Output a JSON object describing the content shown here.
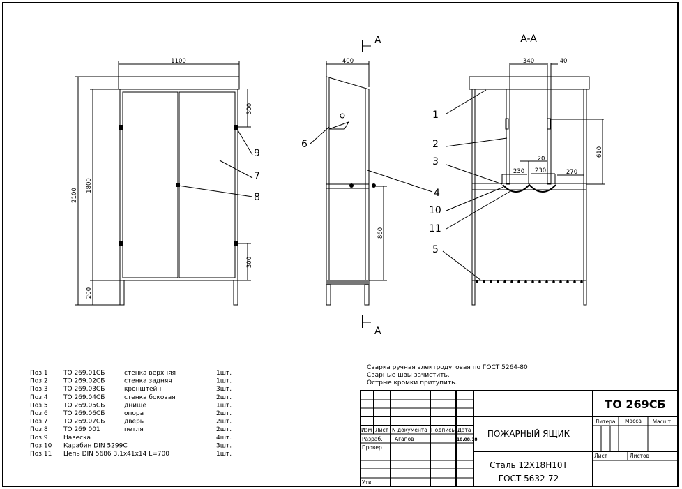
{
  "section": {
    "marker": "A",
    "title": "A-A"
  },
  "dimensions": {
    "front_width": "1100",
    "front_total_height": "2100",
    "front_body_height": "1800",
    "front_leg_height": "200",
    "front_hinge_top": "300",
    "front_hinge_bottom": "300",
    "side_depth": "400",
    "side_shelf_height": "860",
    "aa_340": "340",
    "aa_40": "40",
    "aa_610": "610",
    "aa_20": "20",
    "aa_230a": "230",
    "aa_230b": "230",
    "aa_270": "270"
  },
  "callouts": [
    "1",
    "2",
    "3",
    "4",
    "5",
    "6",
    "7",
    "8",
    "9",
    "10",
    "11"
  ],
  "parts": [
    {
      "pos": "Поз.1",
      "code": "ТО 269.01СБ",
      "name": "стенка верхняя",
      "qty": "1шт."
    },
    {
      "pos": "Поз.2",
      "code": "ТО 269.02СБ",
      "name": "стенка задняя",
      "qty": "1шт."
    },
    {
      "pos": "Поз.3",
      "code": "ТО 269.03СБ",
      "name": "кронштейн",
      "qty": "3шт."
    },
    {
      "pos": "Поз.4",
      "code": "ТО 269.04СБ",
      "name": "стенка боковая",
      "qty": "2шт."
    },
    {
      "pos": "Поз.5",
      "code": "ТО 269.05СБ",
      "name": "днище",
      "qty": "1шт."
    },
    {
      "pos": "Поз.6",
      "code": "ТО 269.06СБ",
      "name": "опора",
      "qty": "2шт."
    },
    {
      "pos": "Поз.7",
      "code": "ТО 269.07СБ",
      "name": "дверь",
      "qty": "2шт."
    },
    {
      "pos": "Поз.8",
      "code": "ТО 269 001",
      "name": "петля",
      "qty": "2шт."
    },
    {
      "pos": "Поз.9",
      "code": "Навеска",
      "name": "",
      "qty": "4шт."
    },
    {
      "pos": "Поз.10",
      "code": "Карабин DIN 5299C",
      "name": "",
      "qty": "3шт."
    },
    {
      "pos": "Поз.11",
      "code": "Цепь DIN 5686 3,1x41x14  L=700",
      "name": "",
      "qty": "1шт."
    }
  ],
  "notes": [
    "Сварка ручная электродуговая по ГОСТ 5264-80",
    "Сварные швы зачистить.",
    "Острые кромки притупить."
  ],
  "title_block": {
    "designation": "ТО 269СБ",
    "title": "ПОЖАРНЫЙ ЯЩИК",
    "material_1": "Сталь 12Х18Н10Т",
    "material_2": "ГОСТ 5632-72",
    "headers": {
      "izm": "Изм",
      "list": "Лист",
      "doc": "N  документа",
      "sign": "Подпись",
      "date": "Дата"
    },
    "razrab": "Разраб.",
    "razrab_name": "Агапов",
    "razrab_date": "10.08.18",
    "prover": "Провер.",
    "utv": "Утв.",
    "litera": "Литера",
    "massa": "Масса",
    "masht": "Масшт.",
    "sheet": "Лист",
    "sheets": "Листов"
  }
}
